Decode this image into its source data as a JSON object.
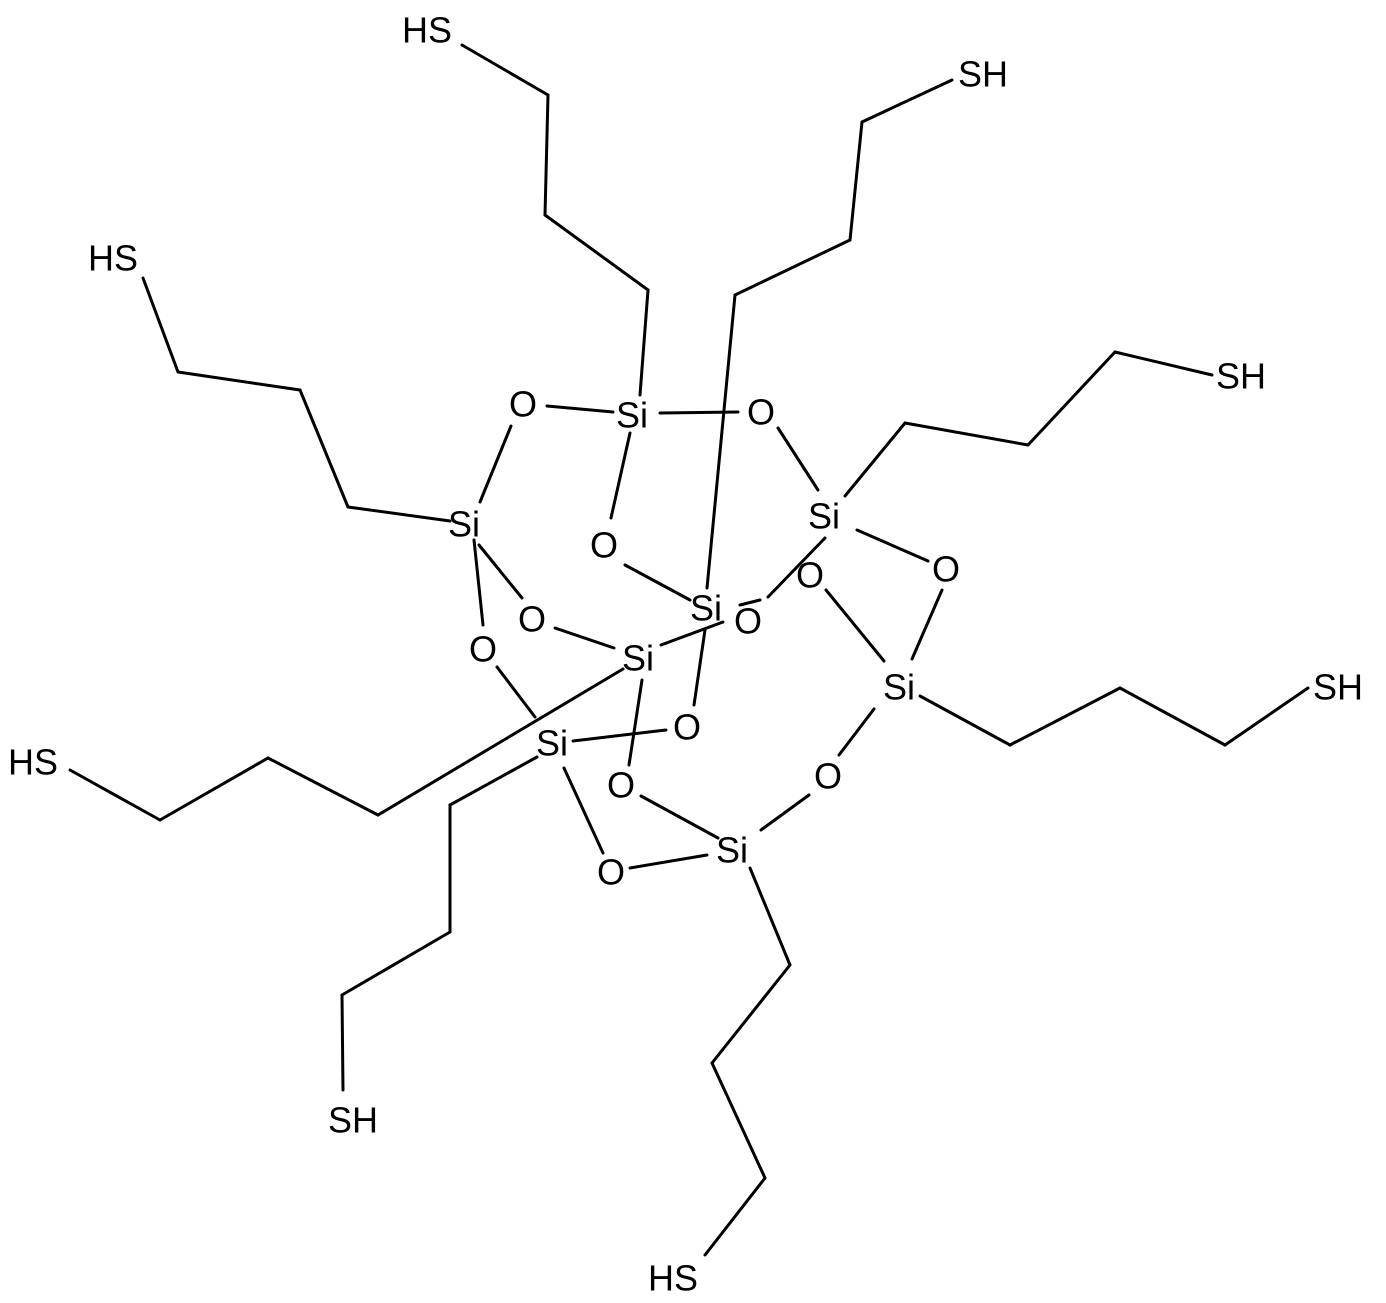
{
  "atoms": {
    "si_top": "Si",
    "si_left": "Si",
    "si_right": "Si",
    "si_center": "Si",
    "si_mid": "Si",
    "si_lowleft": "Si",
    "si_far_right": "Si",
    "si_bottom": "Si",
    "o1": "O",
    "o2": "O",
    "o3": "O",
    "o4": "O",
    "o5": "O",
    "o6": "O",
    "o7": "O",
    "o8": "O",
    "o9": "O",
    "o10": "O",
    "o11": "O",
    "o12": "O",
    "sh_top_left": "HS",
    "sh_top_right": "SH",
    "sh_left": "HS",
    "sh_right": "SH",
    "sh_far_right": "SH",
    "sh_far_left": "HS",
    "sh_bottom_left": "SH",
    "sh_bottom": "HS"
  },
  "colors": {
    "bond": "#000000",
    "text": "#000000",
    "background": "#ffffff"
  }
}
